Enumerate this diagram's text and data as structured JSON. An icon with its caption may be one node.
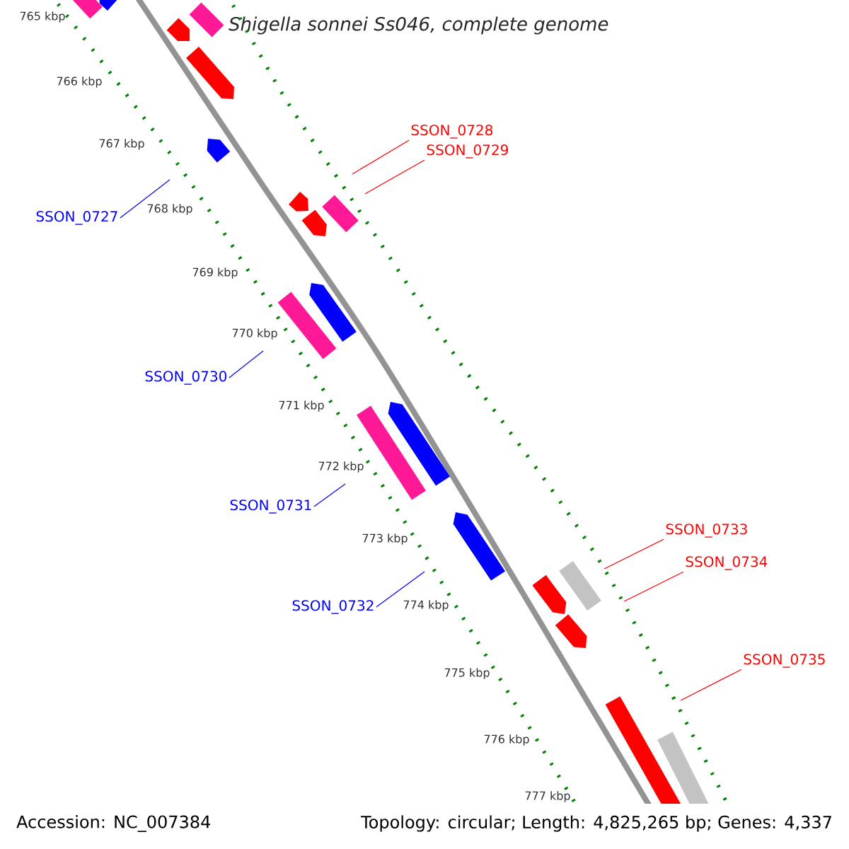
{
  "diagram": {
    "title": "Shigella sonnei Ss046, complete genome",
    "nodes": [
      {
        "text": [
          "SSON_0728"
        ]
      },
      {
        "text": [
          "SSON_0729"
        ]
      },
      {
        "text": [
          "SSON_0727"
        ]
      },
      {
        "text": [
          "SSON_0730"
        ]
      },
      {
        "text": [
          "SSON_0731"
        ]
      },
      {
        "text": [
          "SSON_0733"
        ]
      },
      {
        "text": [
          "SSON_0734"
        ]
      },
      {
        "text": [
          "SSON_0732"
        ]
      },
      {
        "text": [
          "SSON_0735"
        ]
      }
    ],
    "edges": [
      {
        "from": 0,
        "to": null,
        "arrow": "none"
      },
      {
        "from": 1,
        "to": null,
        "arrow": "none"
      },
      {
        "from": 2,
        "to": null,
        "arrow": "none",
        "color": "#0000ff"
      },
      {
        "from": 3,
        "to": null,
        "arrow": "none",
        "color": "#0000ff"
      },
      {
        "from": 4,
        "to": null,
        "arrow": "none",
        "color": "#0000ff"
      },
      {
        "from": 5,
        "to": null,
        "arrow": "none"
      },
      {
        "from": 6,
        "to": null,
        "arrow": "none"
      },
      {
        "from": 7,
        "to": null,
        "arrow": "none",
        "color": "#0000ff"
      },
      {
        "from": 8,
        "to": null,
        "arrow": "none"
      }
    ],
    "labels": [
      "765 kbp",
      "766 kbp",
      "767 kbp",
      "768 kbp",
      "769 kbp",
      "770 kbp",
      "771 kbp",
      "772 kbp",
      "773 kbp",
      "774 kbp",
      "775 kbp",
      "776 kbp",
      "777 kbp",
      "Accession: NC_007384",
      "Topology: circular; Length: 4,825,265 bp; Genes: 4,337"
    ]
  }
}
